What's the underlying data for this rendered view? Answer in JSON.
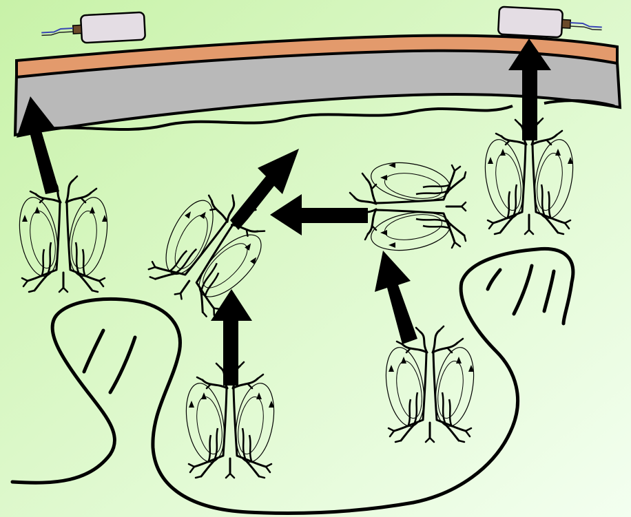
{
  "colors": {
    "background_start": "#c8f2a8",
    "background_end": "#f3fff0",
    "ink": "#000000",
    "skin_layer": "#e39a6c",
    "bone_layer": "#b9b9b9",
    "electrode_body": "#e4dde4",
    "electrode_tip": "#6b4a2a",
    "wire_blue": "#3844b4"
  },
  "icons": {
    "electrode": "scalp-electrode-icon",
    "neuron": "pyramidal-neuron-icon",
    "dipole_field": "dipole-field-loop-icon",
    "arrow": "thick-arrow-icon"
  },
  "neuron_count": 6,
  "electrode_count": 2,
  "arrow_count": 6
}
